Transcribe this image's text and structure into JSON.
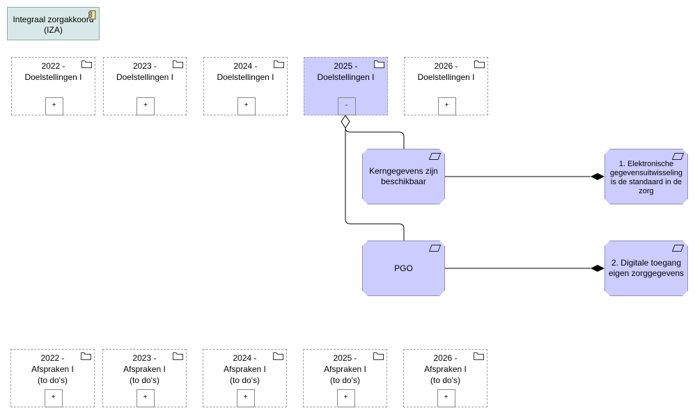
{
  "title_box": {
    "label": "Integraal zorgakkoord\n(IZA)"
  },
  "doelstellingen": [
    {
      "label": "2022 -\nDoelstellingen I",
      "toggle": "+"
    },
    {
      "label": "2023 -\nDoelstellingen I",
      "toggle": "+"
    },
    {
      "label": "2024 -\nDoelstellingen I",
      "toggle": "+"
    },
    {
      "label": "2025 -\nDoelstellingen I",
      "toggle": "-"
    },
    {
      "label": "2026 -\nDoelstellingen I",
      "toggle": "+"
    }
  ],
  "afspraken": [
    {
      "label": "2022 -\nAfspraken I\n(to do's)",
      "toggle": "+"
    },
    {
      "label": "2023 -\nAfspraken I\n(to do's)",
      "toggle": "+"
    },
    {
      "label": "2024 -\nAfspraken I\n(to do's)",
      "toggle": "+"
    },
    {
      "label": "2025 -\nAfspraken I\n(to do's)",
      "toggle": "+"
    },
    {
      "label": "2026 -\nAfspraken I\n(to do's)",
      "toggle": "+"
    }
  ],
  "nodes": {
    "kerngegevens": "Kerngegevens zijn\nbeschikbaar",
    "pgo": "PGO",
    "elektronisch": "1. Elektronische\ngegevensuitwisseling\nis de standaard in de\nzorg",
    "digitaal": "2. Digitale toegang\neigen zorggegevens"
  },
  "colors": {
    "active": "#ccccff",
    "title_bg": "#d8e8e8"
  }
}
